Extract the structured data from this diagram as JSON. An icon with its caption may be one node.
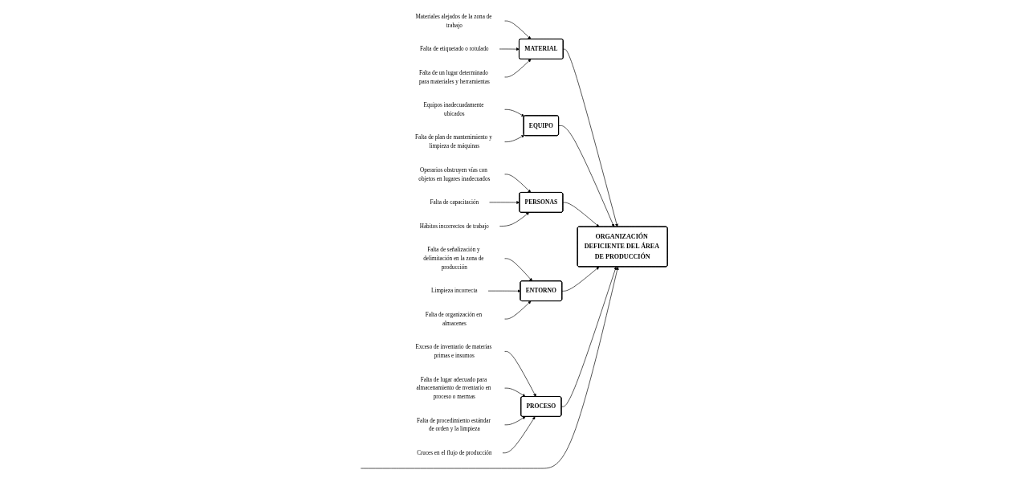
{
  "diagram": {
    "nodes": [
      {
        "text": [
          "MATERIAL"
        ]
      },
      {
        "text": [
          "EQUIPO"
        ]
      },
      {
        "text": [
          "PERSONAS"
        ]
      },
      {
        "text": [
          "Materiales alejados de la zona de trabajo"
        ]
      },
      {
        "text": [
          "Falta de etiquetado o rotulado"
        ]
      },
      {
        "text": [
          "Falta de un lugar determinado para materiales y herramientas"
        ]
      },
      {
        "text": [
          "Equipos inadecuadamente ubicados"
        ]
      },
      {
        "text": [
          "Falta de plan de mantenimiento y limpieza de máquinas"
        ]
      },
      {
        "text": [
          "Operarios obstruyen vías con objetos en lugares inadecuados"
        ]
      },
      {
        "text": [
          "Falta de capacitación"
        ]
      },
      {
        "text": [
          "Hábitos incorrectos de trabajo"
        ]
      },
      {
        "text": [
          "ORGANIZACIÓN DEFICIENTE DEL ÁREA DE PRODUCCIÓN"
        ]
      },
      {
        "text": [
          "Falta de señalización y delimitación en la zona de producción"
        ]
      },
      {
        "text": [
          "Limpieza incorrecta"
        ]
      },
      {
        "text": [
          "Falta de organización en almacenes"
        ]
      },
      {
        "text": [
          "Exceso de inventario de materias primas e insumos"
        ]
      },
      {
        "text": [
          "Falta de lugar adecuado para almacenamiento de nventario en proceso o mermas"
        ]
      },
      {
        "text": [
          "Falta de procedimiento estándar de orden y la limpieza"
        ]
      },
      {
        "text": [
          "Cruces en el flujo de producción"
        ]
      },
      {
        "text": [
          "ENTORNO"
        ]
      },
      {
        "text": [
          "PROCESO"
        ]
      }
    ],
    "edges": [
      {
        "from": 3,
        "to": 0,
        "arrow": "to"
      },
      {
        "from": 4,
        "to": 0,
        "arrow": "to"
      },
      {
        "from": 5,
        "to": 0,
        "arrow": "to"
      },
      {
        "from": 6,
        "to": 1,
        "arrow": "to"
      },
      {
        "from": 7,
        "to": 1,
        "arrow": "to"
      },
      {
        "from": 8,
        "to": 2,
        "arrow": "to"
      },
      {
        "from": 9,
        "to": 2,
        "arrow": "to"
      },
      {
        "from": 10,
        "to": 2,
        "arrow": "to"
      },
      {
        "from": 12,
        "to": 19,
        "arrow": "to"
      },
      {
        "from": 13,
        "to": 19,
        "arrow": "to"
      },
      {
        "from": 14,
        "to": 19,
        "arrow": "to"
      },
      {
        "from": 15,
        "to": 20,
        "arrow": "to"
      },
      {
        "from": 16,
        "to": 20,
        "arrow": "to"
      },
      {
        "from": 17,
        "to": 20,
        "arrow": "to"
      },
      {
        "from": 18,
        "to": 20,
        "arrow": "to"
      },
      {
        "from": 0,
        "to": 11,
        "arrow": "to"
      },
      {
        "from": 1,
        "to": 11,
        "arrow": "to"
      },
      {
        "from": 2,
        "to": 11,
        "arrow": "to"
      },
      {
        "from": 19,
        "to": 11,
        "arrow": "to"
      },
      {
        "from": 20,
        "to": 11,
        "arrow": "to"
      },
      {
        "from": null,
        "to": 11,
        "arrow": "to"
      }
    ]
  }
}
